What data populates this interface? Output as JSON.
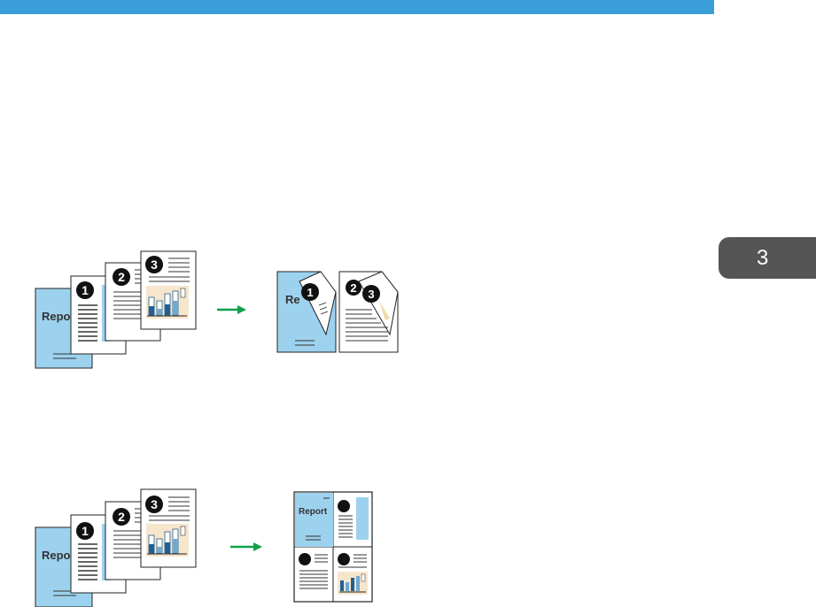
{
  "header": {
    "bar_color": "#3a9fd8"
  },
  "chapter_tab": {
    "number": "3",
    "color": "#555555"
  },
  "colors": {
    "page_blue": "#9dd2ee",
    "accent_green": "#12a04c",
    "chart_dark": "#1f5f95",
    "chart_light": "#6fa8d3",
    "chart_bg": "#f6e6cc"
  },
  "illustration_1": {
    "cover_label": "Repo",
    "page_numbers": [
      "1",
      "2",
      "3"
    ],
    "result_cover_label": "Re",
    "result_page_numbers": [
      "1",
      "2",
      "3"
    ],
    "arrow_icon": "green-right-arrow"
  },
  "illustration_2": {
    "cover_label": "Repo",
    "page_numbers": [
      "1",
      "2",
      "3"
    ],
    "result_cover_label": "Report",
    "arrow_icon": "green-right-arrow"
  }
}
